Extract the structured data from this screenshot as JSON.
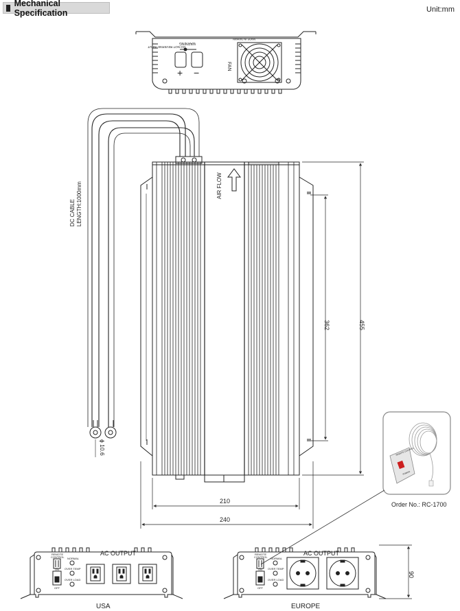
{
  "header": {
    "title": "Mechanical Specification",
    "unit": "Unit:mm"
  },
  "top_view": {
    "warning_text": "WARNING",
    "reverse_text": "DO NOT REVERSE INPUT",
    "made_in": "MADE IN TAIWAN",
    "fan_label": "FAN",
    "plus_label": "+",
    "minus_label": "−"
  },
  "main_view": {
    "cable_label_1": "DC CABLE",
    "cable_label_2": "LENGTH:1000mm",
    "air_flow_label": "AIR FLOW",
    "dim_height_outer": "455",
    "dim_height_inner": "362",
    "dim_width_inner": "210",
    "dim_width_outer": "240",
    "terminal_dia": "ϕ 10.6"
  },
  "remote": {
    "order_label": "Order No.: RC-1700",
    "remote_label": "REMOTE CONTROL",
    "power_label": "POWER"
  },
  "panels": {
    "ac_output_label": "AC OUTPUT",
    "remote_control_label_1": "REMOTE",
    "remote_control_label_2": "CONTROL",
    "on_label": "ON",
    "off_label": "OFF",
    "normal_label": "NORMAL",
    "over_temp_label": "OVER TEMP",
    "over_load_label": "OVER LOAD",
    "usa_label": "USA",
    "europe_label": "EUROPE",
    "dim_panel_height": "90"
  }
}
